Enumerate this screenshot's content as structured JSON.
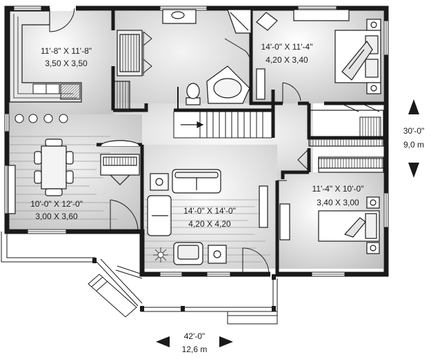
{
  "rooms": {
    "kitchen": {
      "imperial": "11'-8\" X 11'-8\"",
      "metric": "3,50 X 3,50"
    },
    "master_bedroom": {
      "imperial": "14'-0\" X 11'-4\"",
      "metric": "4,20 X 3,40"
    },
    "bedroom_2": {
      "imperial": "11'-4\" X 10'-0\"",
      "metric": "3,40 X 3,00"
    },
    "dining": {
      "imperial": "10'-0\" X 12'-0\"",
      "metric": "3,00 X 3,60"
    },
    "living": {
      "imperial": "14'-0\" X 14'-0\"",
      "metric": "4,20 X 4,20"
    }
  },
  "overall": {
    "width": {
      "imperial": "42'-0\"",
      "metric": "12,6 m"
    },
    "depth": {
      "imperial": "30'-0\"",
      "metric": "9,0 m"
    }
  },
  "colors": {
    "wall": "#1a1a1a",
    "floor_light": "#ffffff",
    "floor_dark": "#bdbdbd",
    "line": "#333333"
  }
}
